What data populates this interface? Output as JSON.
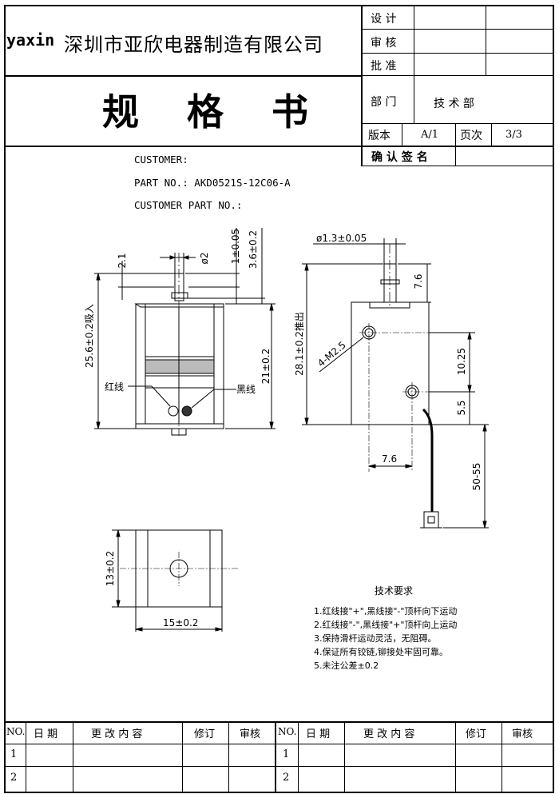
{
  "header": {
    "logo": "yaxin",
    "company": "深圳市亚欣电器制造有限公司",
    "title": "规 格 书"
  },
  "approval": {
    "rows": [
      {
        "label": "设 计",
        "value": "",
        "extra": ""
      },
      {
        "label": "审 核",
        "value": "",
        "extra": ""
      },
      {
        "label": "批 准",
        "value": "",
        "extra": ""
      }
    ],
    "dept_label": "部 门",
    "dept_value": "技 术 部",
    "version_label": "版本",
    "version_value": "A/1",
    "page_label": "页次",
    "page_value": "3/3",
    "confirm_label": "确 认 签 名"
  },
  "info": {
    "customer": "CUSTOMER:",
    "part_no": "PART NO.: AKD0521S-12C06-A",
    "customer_part_no": "CUSTOMER PART NO.:"
  },
  "drawing_front": {
    "d_phi2": "ø2",
    "d_1": "1±0.05",
    "d_36": "3.6±0.2",
    "d_21a": "2.1",
    "d_256": "25.6±0.2吸入",
    "d_21": "21±0.2",
    "label_red": "红线",
    "label_black": "黑线"
  },
  "drawing_side": {
    "d_phi13": "ø1.3±0.05",
    "d_76a": "7.6",
    "d_281": "28.1±0.2推出",
    "d_m25": "4-M2.5",
    "d_1025": "10.25",
    "d_55": "5.5",
    "d_76b": "7.6",
    "d_5055": "50-55"
  },
  "drawing_bottom": {
    "d_13": "13±0.2",
    "d_15": "15±0.2"
  },
  "requirements": {
    "title": "技术要求",
    "items": [
      "1.红线接\"+\",黑线接\"-\"顶杆向下运动",
      "2.红线接\"-\",黑线接\"+\"顶杆向上运动",
      "3.保持滑杆运动灵活，无阻碍。",
      "4.保证所有铰链,铆接处牢固可靠。",
      "5.未注公差±0.2"
    ]
  },
  "revision_table": {
    "headers": [
      "NO.",
      "日 期",
      "更 改 内 容",
      "修订",
      "审核",
      "NO.",
      "日 期",
      "更 改 内 容",
      "修订",
      "审核"
    ],
    "rows": [
      [
        "1",
        "1"
      ],
      [
        "2",
        "2"
      ]
    ]
  }
}
